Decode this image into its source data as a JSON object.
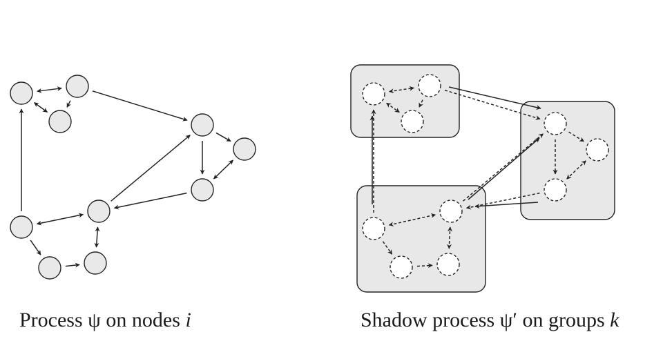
{
  "captions": {
    "left": {
      "text": "Process ψ on nodes ",
      "var": "i"
    },
    "right": {
      "text": "Shadow process ψ′ on groups ",
      "var": "k"
    }
  },
  "colors": {
    "node_fill": "#e8e9e8",
    "group_fill": "#e7e8e7",
    "stroke": "#222222",
    "shadow_node_fill": "#ffffff"
  },
  "left_graph": {
    "nodes": [
      "n1",
      "n2",
      "n3",
      "n4",
      "n5",
      "n6",
      "n7",
      "n8",
      "n9",
      "n10"
    ],
    "edges": [
      {
        "from": "n1",
        "to": "n2",
        "dir": "both"
      },
      {
        "from": "n1",
        "to": "n3",
        "dir": "both"
      },
      {
        "from": "n2",
        "to": "n3",
        "dir": "forward"
      },
      {
        "from": "n2",
        "to": "n4",
        "dir": "forward"
      },
      {
        "from": "n4",
        "to": "n5",
        "dir": "forward"
      },
      {
        "from": "n4",
        "to": "n6",
        "dir": "forward"
      },
      {
        "from": "n5",
        "to": "n6",
        "dir": "both"
      },
      {
        "from": "n6",
        "to": "n7",
        "dir": "forward"
      },
      {
        "from": "n7",
        "to": "n4",
        "dir": "forward"
      },
      {
        "from": "n8",
        "to": "n7",
        "dir": "both"
      },
      {
        "from": "n8",
        "to": "n1",
        "dir": "forward"
      },
      {
        "from": "n8",
        "to": "n9",
        "dir": "forward"
      },
      {
        "from": "n9",
        "to": "n10",
        "dir": "forward"
      },
      {
        "from": "n10",
        "to": "n7",
        "dir": "both"
      }
    ]
  },
  "right_graph": {
    "groups": [
      {
        "id": "g1",
        "nodes": [
          "n1",
          "n2",
          "n3"
        ]
      },
      {
        "id": "g2",
        "nodes": [
          "n4",
          "n5",
          "n6"
        ]
      },
      {
        "id": "g3",
        "nodes": [
          "n7",
          "n8",
          "n9",
          "n10"
        ]
      }
    ],
    "inner_edges_style": "dashed",
    "group_edges": [
      {
        "from": "g1",
        "to": "g2",
        "dir": "forward"
      },
      {
        "from": "g2",
        "to": "g3",
        "dir": "forward"
      },
      {
        "from": "g3",
        "to": "g2",
        "dir": "forward"
      },
      {
        "from": "g3",
        "to": "g1",
        "dir": "forward"
      }
    ]
  }
}
